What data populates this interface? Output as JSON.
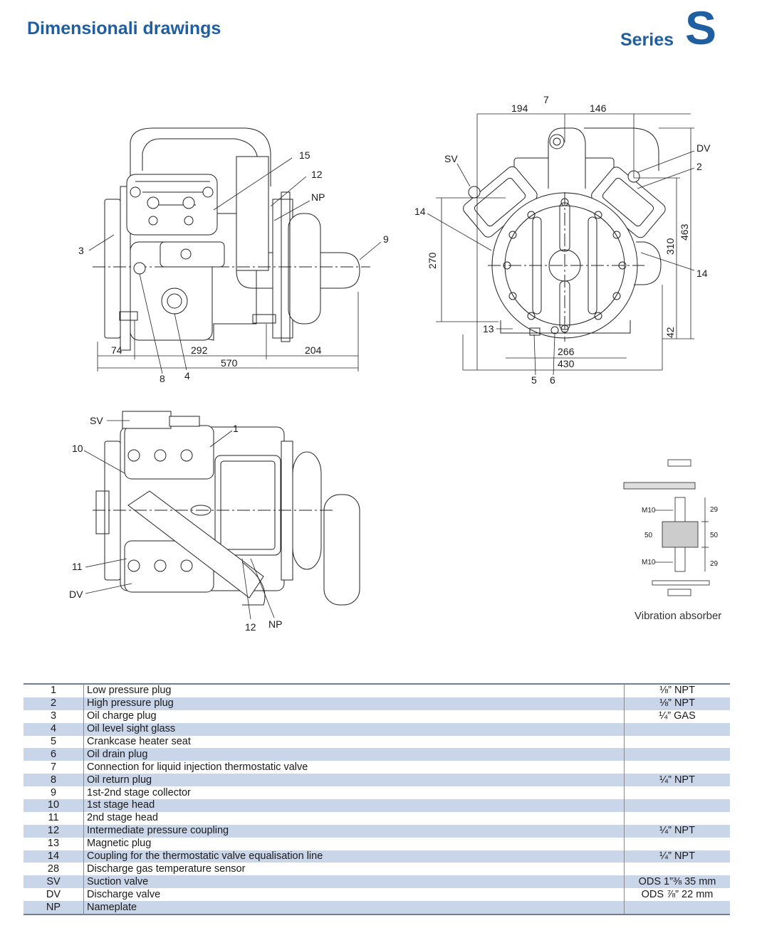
{
  "header": {
    "title": "Dimensionali drawings",
    "series_word": "Series",
    "series_letter": "S"
  },
  "drawings": {
    "side_view": {
      "labels": [
        "15",
        "12",
        "NP",
        "9",
        "3",
        "8",
        "4"
      ],
      "dimensions": [
        "74",
        "292",
        "204",
        "570"
      ]
    },
    "front_view": {
      "labels": [
        "7",
        "SV",
        "DV",
        "2",
        "14",
        "14",
        "13",
        "5",
        "6"
      ],
      "dimensions": [
        "194",
        "146",
        "270",
        "310",
        "463",
        "42",
        "266",
        "430"
      ]
    },
    "top_view": {
      "labels": [
        "SV",
        "1",
        "10",
        "11",
        "DV",
        "12",
        "NP"
      ]
    },
    "vibration_absorber": {
      "caption": "Vibration absorber",
      "labels": [
        "M10",
        "50",
        "M10",
        "29",
        "50",
        "29"
      ]
    }
  },
  "parts_table": {
    "rows": [
      {
        "ref": "1",
        "description": "Low pressure plug",
        "spec": "⅛” NPT"
      },
      {
        "ref": "2",
        "description": "High pressure plug",
        "spec": "⅛” NPT"
      },
      {
        "ref": "3",
        "description": "Oil charge plug",
        "spec": "¼” GAS"
      },
      {
        "ref": "4",
        "description": "Oil level sight glass",
        "spec": ""
      },
      {
        "ref": "5",
        "description": "Crankcase heater seat",
        "spec": ""
      },
      {
        "ref": "6",
        "description": "Oil drain plug",
        "spec": ""
      },
      {
        "ref": "7",
        "description": "Connection for liquid injection thermostatic valve",
        "spec": ""
      },
      {
        "ref": "8",
        "description": "Oil return plug",
        "spec": "¼” NPT"
      },
      {
        "ref": "9",
        "description": "1st-2nd stage collector",
        "spec": ""
      },
      {
        "ref": "10",
        "description": "1st stage head",
        "spec": ""
      },
      {
        "ref": "11",
        "description": "2nd stage head",
        "spec": ""
      },
      {
        "ref": "12",
        "description": "Intermediate pressure coupling",
        "spec": "¼” NPT"
      },
      {
        "ref": "13",
        "description": "Magnetic plug",
        "spec": ""
      },
      {
        "ref": "14",
        "description": "Coupling for the thermostatic valve equalisation line",
        "spec": "¼” NPT"
      },
      {
        "ref": "28",
        "description": "Discharge gas temperature sensor",
        "spec": ""
      },
      {
        "ref": "SV",
        "description": "Suction valve",
        "spec": "ODS 1”⅜ 35 mm"
      },
      {
        "ref": "DV",
        "description": "Discharge valve",
        "spec": "ODS ⅞” 22 mm"
      },
      {
        "ref": "NP",
        "description": "Nameplate",
        "spec": ""
      }
    ]
  }
}
